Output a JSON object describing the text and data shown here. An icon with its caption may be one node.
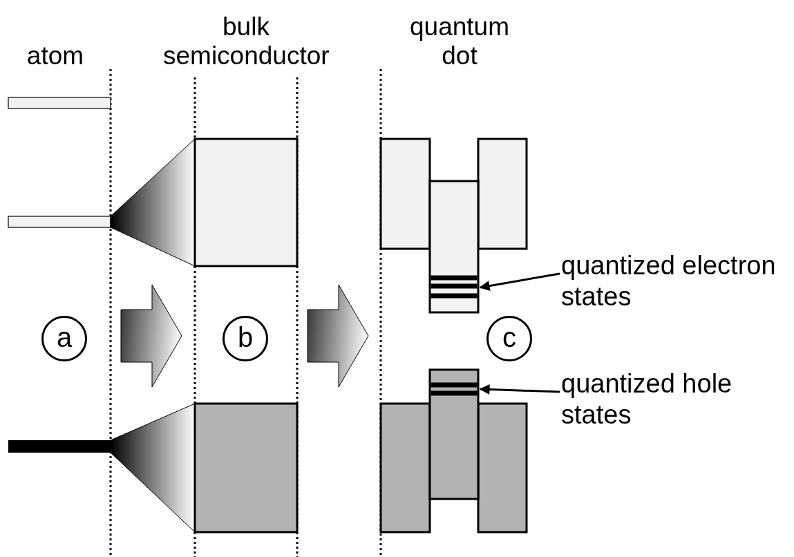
{
  "diagram": {
    "nodes": [
      {
        "text": [
          "a"
        ]
      },
      {
        "text": [
          "b"
        ]
      },
      {
        "text": [
          "c"
        ]
      },
      {
        "text": [
          "quantized electron states"
        ]
      },
      {
        "text": [],
        "shape": "bar"
      },
      {
        "text": [
          "quantized hole states"
        ]
      },
      {
        "text": [],
        "shape": "bar"
      }
    ],
    "edges": [
      {
        "from": 3,
        "to": 4,
        "arrow": "to"
      },
      {
        "from": 5,
        "to": 6,
        "arrow": "to"
      }
    ],
    "labels": [
      "atom",
      "bulk semiconductor",
      "quantum dot"
    ]
  }
}
